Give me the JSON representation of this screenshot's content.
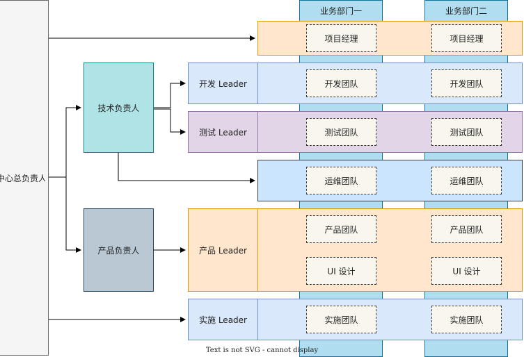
{
  "root": {
    "label": "技术中心总负责人"
  },
  "tech_lead": {
    "label": "技术负责人"
  },
  "product_lead": {
    "label": "产品负责人"
  },
  "columns": [
    {
      "label": "业务部门一"
    },
    {
      "label": "业务部门二"
    }
  ],
  "rows": {
    "pm": {
      "cells": [
        "项目经理",
        "项目经理"
      ]
    },
    "dev": {
      "leader": "开发 Leader",
      "cells": [
        "开发团队",
        "开发团队"
      ]
    },
    "test": {
      "leader": "测试 Leader",
      "cells": [
        "测试团队",
        "测试团队"
      ]
    },
    "ops": {
      "cells": [
        "运维团队",
        "运维团队"
      ]
    },
    "product": {
      "leader": "产品 Leader",
      "cells": [
        "产品团队",
        "产品团队"
      ],
      "cells2": [
        "UI 设计",
        "UI 设计"
      ]
    },
    "impl": {
      "leader": "实施 Leader",
      "cells": [
        "实施团队",
        "实施团队"
      ]
    }
  },
  "footer": "Text is not SVG - cannot display",
  "colors": {
    "column_bg": "#b1ddf0",
    "orange": "#ffe6cc",
    "blue": "#dae8fc",
    "purple": "#e1d5e7",
    "ops_blue": "#cce5ff",
    "teal": "#b0e3e6",
    "slate": "#bac8d3"
  }
}
